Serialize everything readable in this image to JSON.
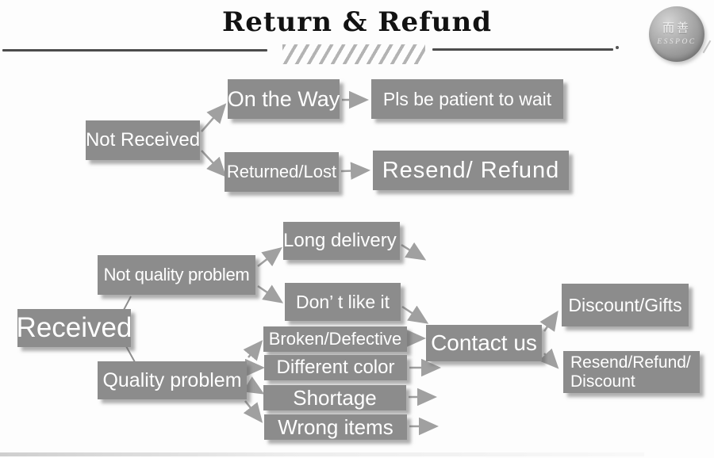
{
  "header": {
    "title": "Return & Refund",
    "logo": {
      "cn": "而善",
      "en": "ESSPOC"
    }
  },
  "flowchart": {
    "not_received": {
      "label": "Not Received"
    },
    "on_the_way": {
      "label": "On the Way"
    },
    "pls_wait": {
      "label": "Pls be patient to wait"
    },
    "returned_lost": {
      "label": "Returned/Lost"
    },
    "resend_refund": {
      "label": "Resend/ Refund"
    },
    "received": {
      "label": "Received"
    },
    "not_quality_problem": {
      "label": "Not quality problem"
    },
    "long_delivery": {
      "label": "Long delivery"
    },
    "dont_like_it": {
      "label": "Don’ t like it"
    },
    "quality_problem": {
      "label": "Quality problem"
    },
    "broken_defective": {
      "label": "Broken/Defective"
    },
    "different_color": {
      "label": "Different color"
    },
    "shortage": {
      "label": "Shortage"
    },
    "wrong_items": {
      "label": "Wrong items"
    },
    "contact_us": {
      "label": "Contact us"
    },
    "discount_gifts": {
      "label": "Discount/Gifts"
    },
    "resend_refund_discount": {
      "line1": "Resend/Refund/",
      "line2": "Discount"
    }
  },
  "colors": {
    "box_fill": "#8c8c8c",
    "box_text": "#ffffff",
    "arrow": "#a0a0a0",
    "title_text": "#121212",
    "rule": "#4c4c4c"
  }
}
